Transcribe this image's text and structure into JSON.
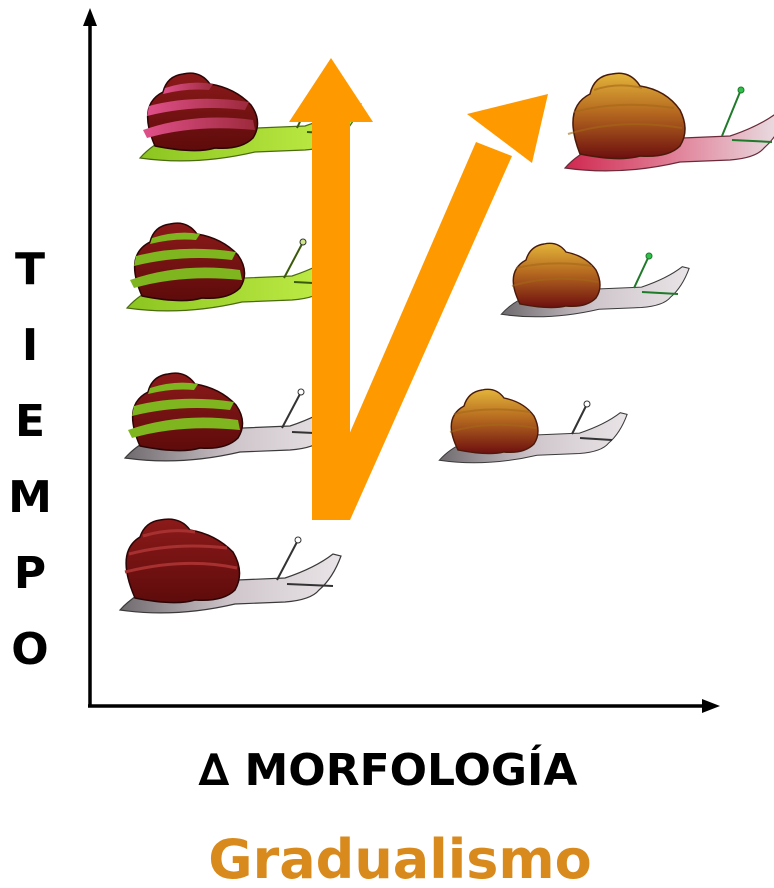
{
  "diagram": {
    "y_axis_letters": [
      "T",
      "I",
      "E",
      "M",
      "P",
      "O"
    ],
    "x_axis_label": "∆ MORFOLOGÍA",
    "title": "Gradualismo",
    "colors": {
      "arrow": "#FF9900",
      "title": "#D88A1C",
      "axis": "#000000",
      "shell_dark": "#7A1010",
      "stripe_green": "#7FB51E",
      "stripe_pink": "#D9507A",
      "shell_yellow": "#D9A12A",
      "body_green": "#A9E02A",
      "body_gray": "#CFC6CB",
      "body_pink": "#D94A6E"
    },
    "snails": [
      {
        "id": "left-gen-1",
        "shell": "dark-red",
        "body": "gray",
        "icon": "snail-icon"
      },
      {
        "id": "left-gen-2",
        "shell": "red-green-striped",
        "body": "gray",
        "icon": "snail-icon"
      },
      {
        "id": "left-gen-3",
        "shell": "red-green-striped",
        "body": "green",
        "icon": "snail-icon"
      },
      {
        "id": "left-gen-4",
        "shell": "red-pink-striped",
        "body": "green",
        "icon": "snail-icon"
      },
      {
        "id": "right-gen-2",
        "shell": "yellow-red",
        "body": "gray",
        "icon": "snail-icon"
      },
      {
        "id": "right-gen-3",
        "shell": "yellow-red",
        "body": "gray",
        "icon": "snail-icon"
      },
      {
        "id": "right-gen-4",
        "shell": "yellow-red",
        "body": "pink",
        "icon": "snail-icon"
      }
    ]
  }
}
